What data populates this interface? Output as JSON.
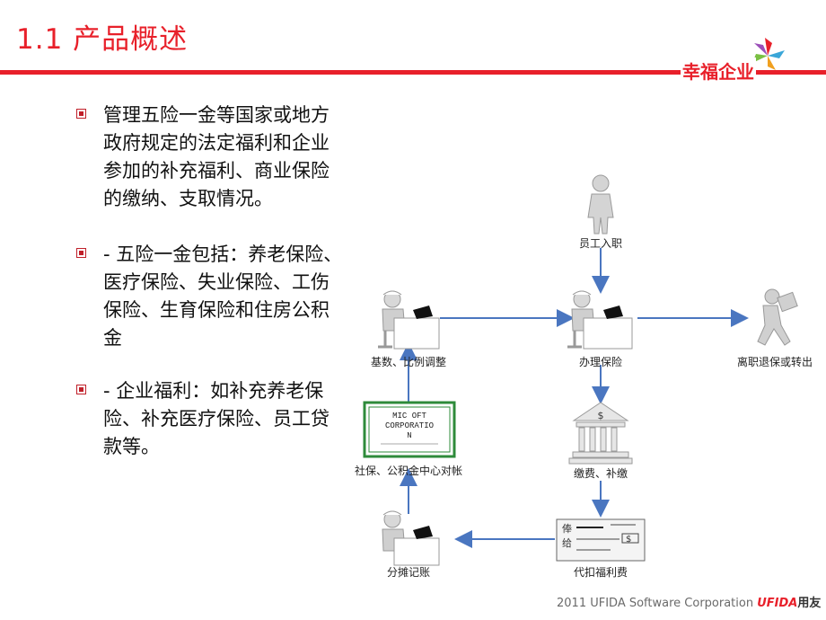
{
  "slide": {
    "title": "1.1 产品概述",
    "brand": "幸福企业"
  },
  "bullets": [
    "管理五险一金等国家或地方政府规定的法定福利和企业参加的补充福利、商业保险的缴纳、支取情况。",
    "- 五险一金包括：养老保险、医疗保险、失业保险、工伤保险、生育保险和住房公积金",
    "- 企业福利：如补充养老保险、补充医疗保险、员工贷款等。"
  ],
  "diagram": {
    "nodes": {
      "onboard": "员工入职",
      "insure": "办理保险",
      "leave": "离职退保或转出",
      "base_adjust": "基数、比例调整",
      "reconcile": "社保、公积金中心对帐",
      "pay": "缴费、补缴",
      "withhold": "代扣福利费",
      "allocate": "分摊记账"
    },
    "certificate_text": [
      "MIC   OFT",
      "CORPORATIO",
      "N"
    ],
    "cheque_text": [
      "俸",
      "给",
      "$"
    ]
  },
  "footer": {
    "copyright": "2011 UFIDA Software Corporation",
    "logo_latin": "UFIDA",
    "logo_cn": "用友"
  },
  "colors": {
    "accent": "#e8202a",
    "arrow": "#4a76c0",
    "certificate": "#2e8b3a"
  }
}
